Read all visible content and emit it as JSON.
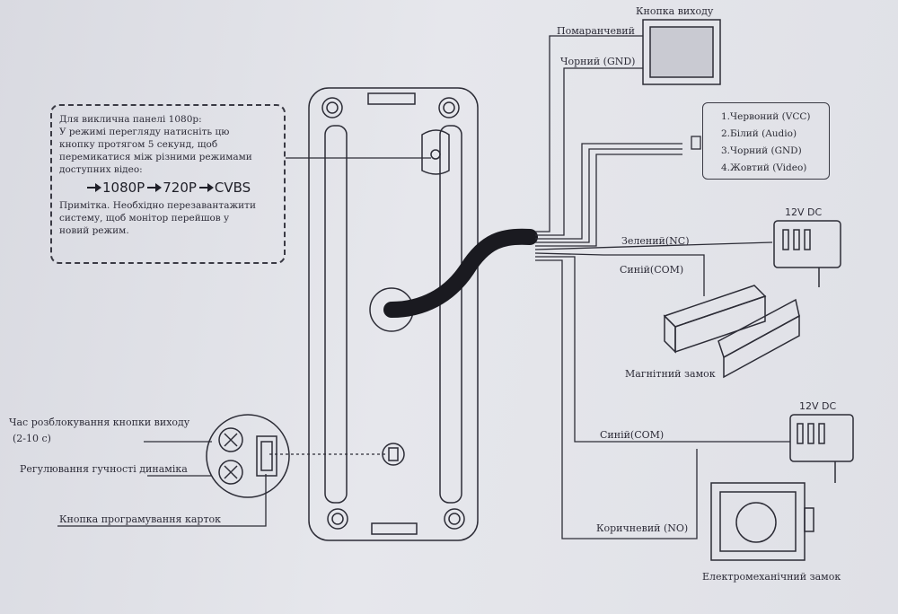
{
  "note": {
    "line1": "Для виклична панелі 1080р:",
    "line2": "У режимі перегляду натисніть цю",
    "line3": "кнопку протягом 5 секунд, щоб",
    "line4": "перемикатися між різними режимами",
    "line5": "доступних відео:",
    "mode1": "1080P",
    "mode2": "720P",
    "mode3": "CVBS",
    "remark1": "Примітка. Необхідно перезавантажити",
    "remark2": "систему, щоб монітор перейшов у",
    "remark3": "новий режим."
  },
  "exit_button": {
    "title": "Кнопка виходу",
    "wire1": "Помаранчевий",
    "wire2": "Чорний (GND)"
  },
  "connector_legend": [
    "1.Червоний (VCC)",
    "2.Білий (Audio)",
    "3.Чорний (GND)",
    "4.Жовтий (Video)"
  ],
  "power1": "12V DC",
  "power2": "12V DC",
  "wire_green_nc": "Зелений(NC)",
  "wire_blue_com1": "Синій(COM)",
  "magnetic_lock": "Магнітний замок",
  "wire_blue_com2": "Синій(COM)",
  "wire_brown_no": "Коричневий (NO)",
  "electromech_lock": "Електромеханічний замок",
  "left_labels": {
    "unlock_time": "Час розблокування кнопки виходу",
    "unlock_range": "(2-10 с)",
    "volume": "Регулювання гучності динаміка",
    "card_prog": "Кнопка програмування карток"
  }
}
